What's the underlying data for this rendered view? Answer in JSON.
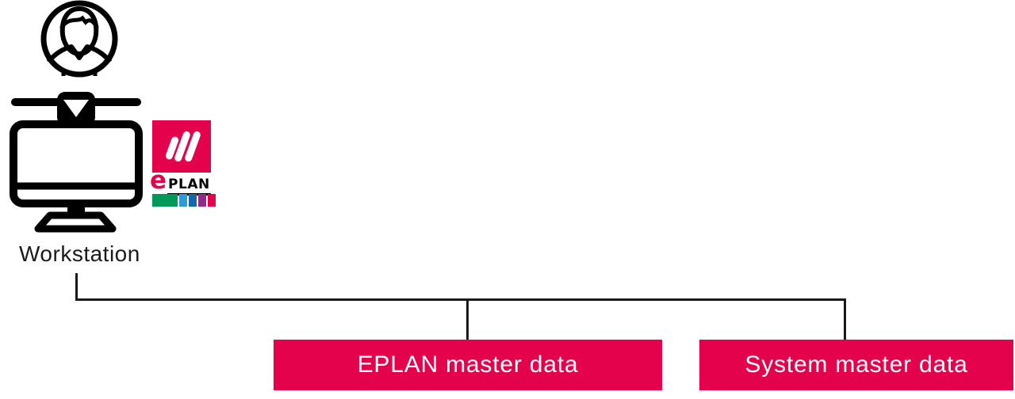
{
  "workstation": {
    "label": "Workstation"
  },
  "eplan_logo": {
    "e": "e",
    "plan": "PLAN",
    "colors": {
      "brand_red": "#E4024C",
      "green": "#00985B",
      "light_blue": "#2D9CD6",
      "dark_blue": "#1467AC",
      "purple": "#8F2B8F"
    }
  },
  "nodes": [
    {
      "label": "EPLAN master data"
    },
    {
      "label": "System master data"
    }
  ],
  "colors": {
    "box_background": "#E4024C",
    "box_text": "#FFFFFF",
    "line": "#1A1A1A",
    "icon_stroke": "#000000"
  },
  "icons": {
    "user": "user-avatar-icon",
    "monitor": "monitor-icon",
    "logo_slashes": "eplan-slashes-icon"
  }
}
